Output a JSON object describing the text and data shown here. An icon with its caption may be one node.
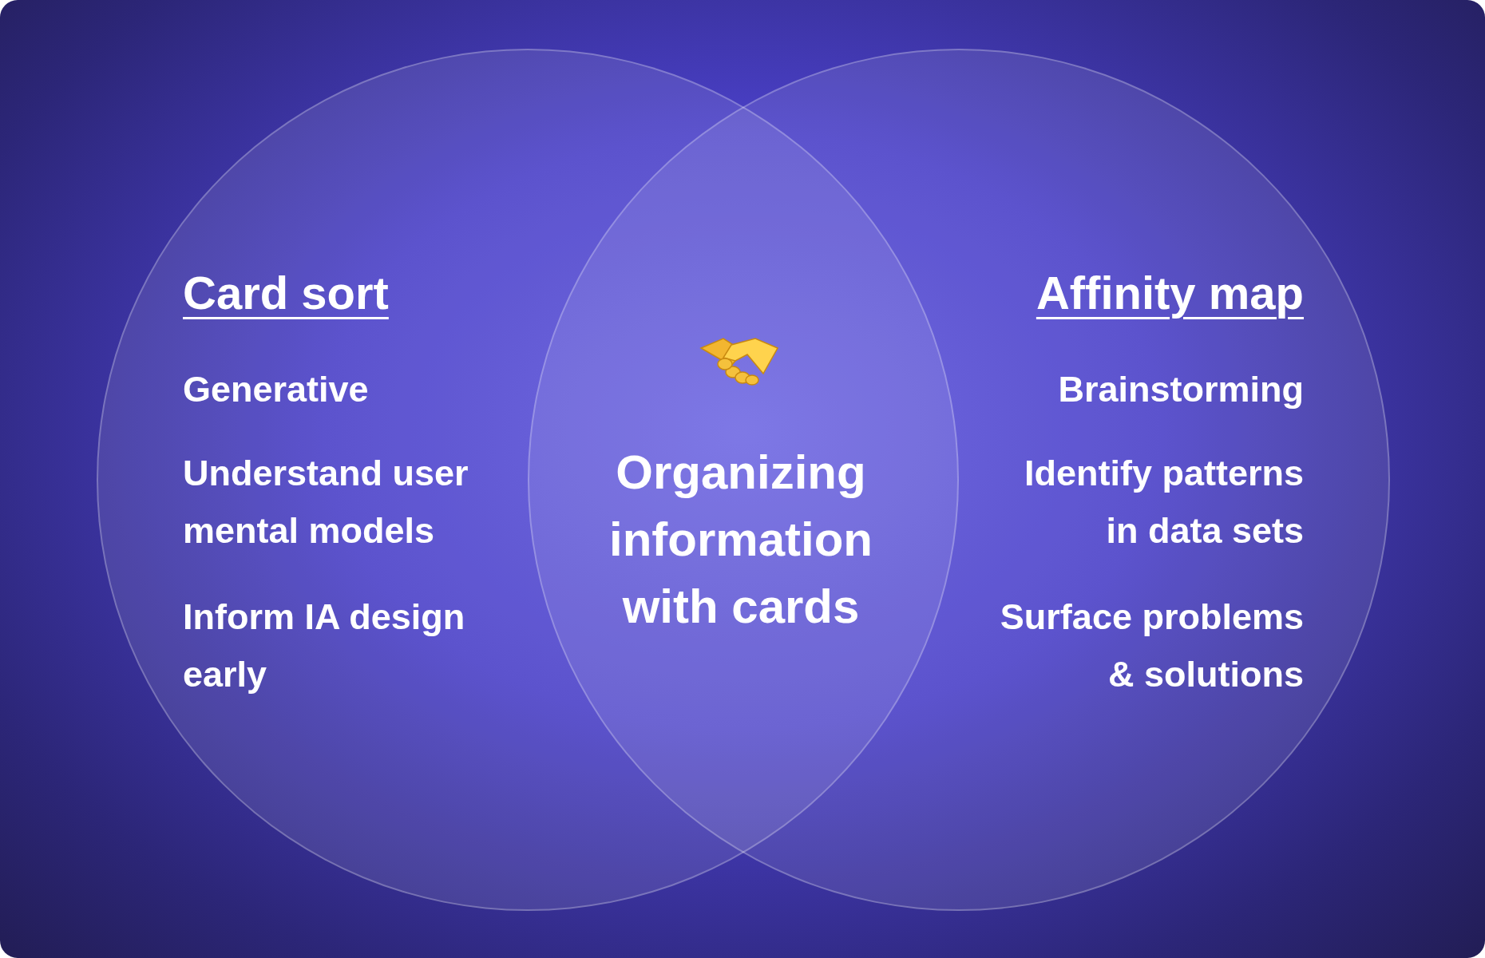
{
  "diagram": {
    "nodes": [
      {
        "text": [
          "Card sort",
          "Generative",
          "Understand user mental models",
          "Inform IA design early"
        ]
      },
      {
        "text": [
          "Affinity map",
          "Brainstorming",
          "Identify patterns in data sets",
          "Surface problems & solutions"
        ]
      }
    ],
    "labels": [
      "Organizing information with cards"
    ]
  }
}
